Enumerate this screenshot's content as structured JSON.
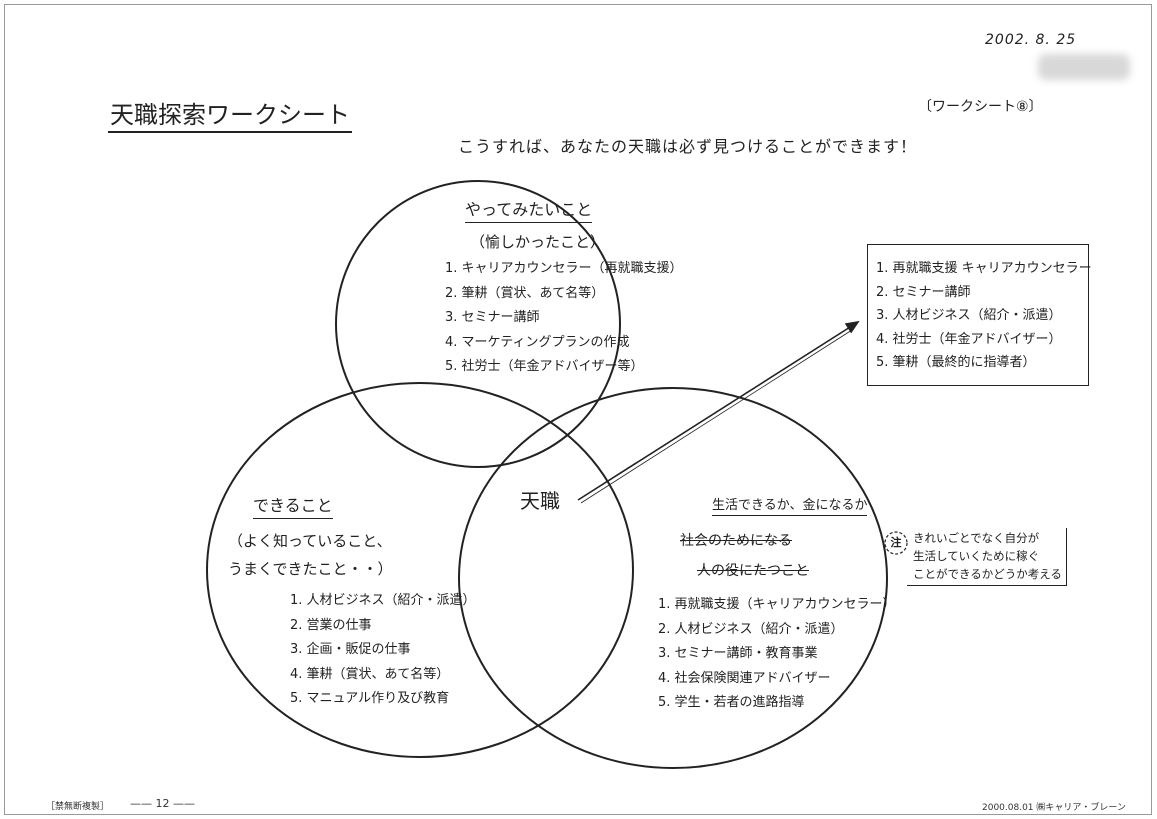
{
  "header": {
    "title": "天職探索ワークシート",
    "worksheet_no": "〔ワークシート⑧〕",
    "subtitle": "こうすれば、あなたの天職は必ず見つけることができます！",
    "date": "2002. 8. 25"
  },
  "want": {
    "heading": "やってみたいこと",
    "sub": "（愉しかったこと）",
    "items": [
      "1. キャリアカウンセラー（再就職支援）",
      "2. 筆耕（賞状、あて名等）",
      "3. セミナー講師",
      "4. マーケティングプランの作成",
      "5. 社労士（年金アドバイザー等）"
    ]
  },
  "can": {
    "heading": "できること",
    "desc_line1": "（よく知っていること、",
    "desc_line2": "うまくできたこと・・）",
    "items": [
      "1. 人材ビジネス（紹介・派遣）",
      "2. 営業の仕事",
      "3. 企画・販促の仕事",
      "4. 筆耕（賞状、あて名等）",
      "5. マニュアル作り及び教育"
    ]
  },
  "calling": {
    "label": "天職"
  },
  "earn": {
    "heading": "生活できるか、金になるか",
    "struck1": "社会のためになる",
    "struck2": "人の役にたつこと",
    "items": [
      "1. 再就職支援（キャリアカウンセラー）",
      "2. 人材ビジネス（紹介・派遣）",
      "3. セミナー講師・教育事業",
      "4. 社会保険関連アドバイザー",
      "5. 学生・若者の進路指導"
    ]
  },
  "result": {
    "items": [
      "1. 再就職支援 キャリアカウンセラー",
      "2. セミナー講師",
      "3. 人材ビジネス（紹介・派遣）",
      "4. 社労士（年金アドバイザー）",
      "5. 筆耕（最終的に指導者）"
    ]
  },
  "note": {
    "mark": "注",
    "line1": "きれいごとでなく自分が",
    "line2": "生活していくために稼ぐ",
    "line3": "ことができるかどうか考える"
  },
  "footer": {
    "left": "［禁無断複製］",
    "page": "—— 12 ——",
    "right": "2000.08.01 ㈱キャリア・ブレーン"
  }
}
